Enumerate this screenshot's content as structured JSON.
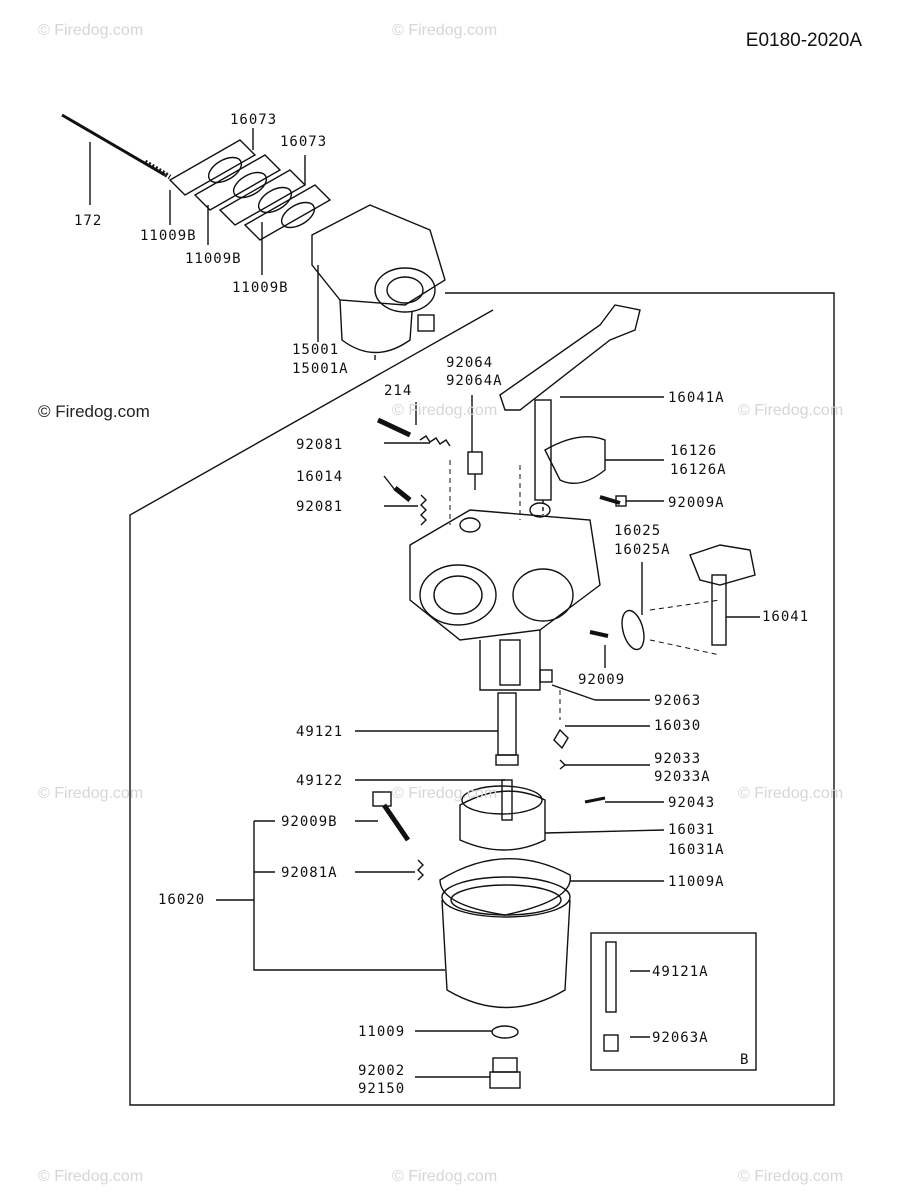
{
  "diagram_code": "E0180-2020A",
  "watermark": "© Firedog.com",
  "watermark_strong": "© Firedog.com",
  "inset_letter": "B",
  "labels": {
    "p172": "172",
    "p16073a": "16073",
    "p16073b": "16073",
    "p11009b1": "11009B",
    "p11009b2": "11009B",
    "p11009b3": "11009B",
    "p15001": "15001",
    "p15001a": "15001A",
    "p92064": "92064",
    "p92064a": "92064A",
    "p214": "214",
    "p92081a_top": "92081",
    "p16014": "16014",
    "p92081b_top": "92081",
    "p16041a": "16041A",
    "p16126": "16126",
    "p16126a": "16126A",
    "p92009a": "92009A",
    "p16025": "16025",
    "p16025a": "16025A",
    "p16041": "16041",
    "p92009": "92009",
    "p92063": "92063",
    "p49121": "49121",
    "p16030": "16030",
    "p92033": "92033",
    "p92033a": "92033A",
    "p49122": "49122",
    "p92043": "92043",
    "p92009b": "92009B",
    "p16031": "16031",
    "p16031a": "16031A",
    "p92081a": "92081A",
    "p11009a": "11009A",
    "p16020": "16020",
    "p11009": "11009",
    "p92002": "92002",
    "p92150": "92150",
    "p49121a": "49121A",
    "p92063a": "92063A"
  }
}
